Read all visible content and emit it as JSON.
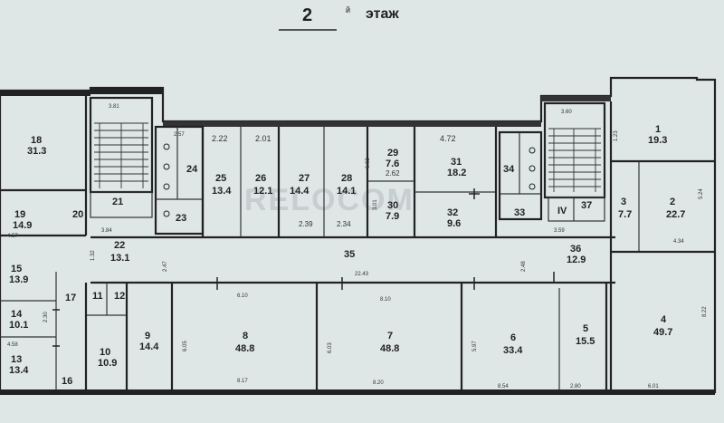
{
  "header": {
    "floor_number": "2",
    "floor_suffix": "й",
    "floor_word": "этаж"
  },
  "watermark": "RELOCOM",
  "rooms": [
    {
      "num": "1",
      "area": "19.3"
    },
    {
      "num": "2",
      "area": "22.7"
    },
    {
      "num": "3",
      "area": "7.7"
    },
    {
      "num": "4",
      "area": "49.7"
    },
    {
      "num": "5",
      "area": "15.5"
    },
    {
      "num": "6",
      "area": "33.4"
    },
    {
      "num": "7",
      "area": "48.8"
    },
    {
      "num": "8",
      "area": "48.8"
    },
    {
      "num": "9",
      "area": "14.4"
    },
    {
      "num": "10",
      "area": "10.9"
    },
    {
      "num": "11",
      "area": ""
    },
    {
      "num": "12",
      "area": ""
    },
    {
      "num": "13",
      "area": "13.4"
    },
    {
      "num": "14",
      "area": "10.1"
    },
    {
      "num": "15",
      "area": "13.9"
    },
    {
      "num": "16",
      "area": ""
    },
    {
      "num": "17",
      "area": ""
    },
    {
      "num": "18",
      "area": "31.3"
    },
    {
      "num": "19",
      "area": "14.9"
    },
    {
      "num": "20",
      "area": ""
    },
    {
      "num": "21",
      "area": ""
    },
    {
      "num": "22",
      "area": "13.1"
    },
    {
      "num": "23",
      "area": ""
    },
    {
      "num": "24",
      "area": ""
    },
    {
      "num": "25",
      "area": "13.4"
    },
    {
      "num": "26",
      "area": "12.1"
    },
    {
      "num": "27",
      "area": "14.4"
    },
    {
      "num": "28",
      "area": "14.1"
    },
    {
      "num": "29",
      "area": "7.6"
    },
    {
      "num": "30",
      "area": "7.9"
    },
    {
      "num": "31",
      "area": "18.2"
    },
    {
      "num": "32",
      "area": "9.6"
    },
    {
      "num": "33",
      "area": ""
    },
    {
      "num": "34",
      "area": ""
    },
    {
      "num": "35",
      "area": ""
    },
    {
      "num": "36",
      "area": "12.9"
    },
    {
      "num": "37",
      "area": ""
    },
    {
      "num": "IV",
      "area": ""
    }
  ],
  "dimensions": [
    "3.81",
    "3.60",
    "2.57",
    "2.22",
    "2.01",
    "4.72",
    "2.62",
    "5.24",
    "4.34",
    "8.22",
    "22.43",
    "6.10",
    "8.10",
    "8.17",
    "8.20",
    "8.54",
    "2.80",
    "6.01",
    "4.57",
    "4.58",
    "2.47",
    "2.48",
    "3.84",
    "3.59",
    "2.39",
    "2.34",
    "6.05",
    "6.03",
    "6.02",
    "5.97",
    "3.01",
    "1.32",
    "1.23",
    "2.30"
  ]
}
